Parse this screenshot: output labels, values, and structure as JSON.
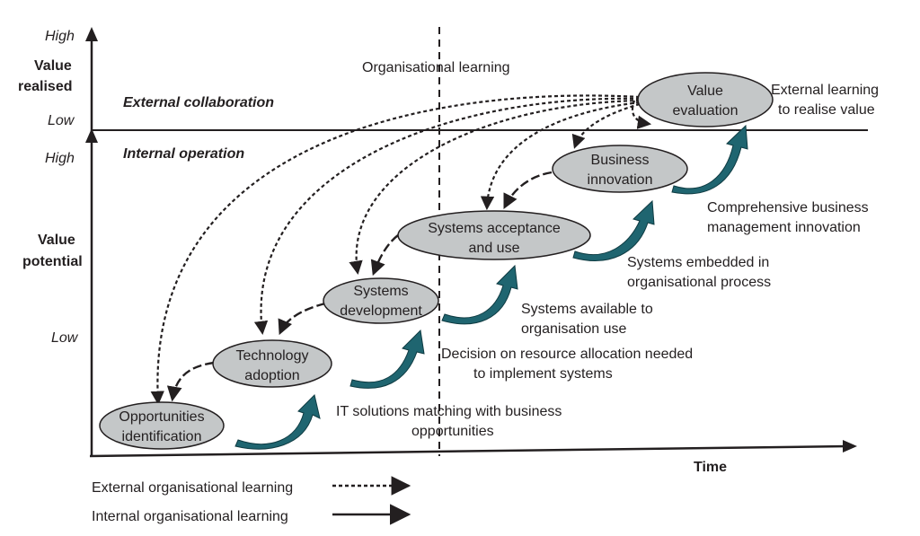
{
  "axes": {
    "y_top": {
      "title_line1": "Value",
      "title_line2": "realised",
      "high": "High",
      "low": "Low"
    },
    "y_bottom": {
      "title_line1": "Value",
      "title_line2": "potential",
      "high": "High",
      "low": "Low"
    },
    "x": {
      "title": "Time"
    }
  },
  "zones": {
    "external": "External collaboration",
    "internal": "Internal operation"
  },
  "divider_label": "Organisational learning",
  "nodes": [
    {
      "id": "opportunities",
      "line1": "Opportunities",
      "line2": "identification"
    },
    {
      "id": "technology",
      "line1": "Technology",
      "line2": "adoption"
    },
    {
      "id": "systems-dev",
      "line1": "Systems",
      "line2": "development"
    },
    {
      "id": "systems-accept",
      "line1": "Systems acceptance",
      "line2": "and use"
    },
    {
      "id": "business",
      "line1": "Business",
      "line2": "innovation"
    },
    {
      "id": "value",
      "line1": "Value",
      "line2": "evaluation"
    }
  ],
  "annotations": [
    {
      "line1": "IT solutions matching with business",
      "line2": "opportunities"
    },
    {
      "line1": "Decision on resource allocation needed",
      "line2": "to implement systems"
    },
    {
      "line1": "Systems available to",
      "line2": "organisation use"
    },
    {
      "line1": "Systems embedded in",
      "line2": "organisational process"
    },
    {
      "line1": "Comprehensive business",
      "line2": "management innovation"
    },
    {
      "line1": "External learning",
      "line2": "to realise value"
    }
  ],
  "legend": {
    "external": "External organisational learning",
    "internal": "Internal organisational learning"
  },
  "colors": {
    "node_fill": "#c4c7c8",
    "node_stroke": "#231f20",
    "growth_arrow": "#1f6570",
    "line": "#231f20"
  }
}
